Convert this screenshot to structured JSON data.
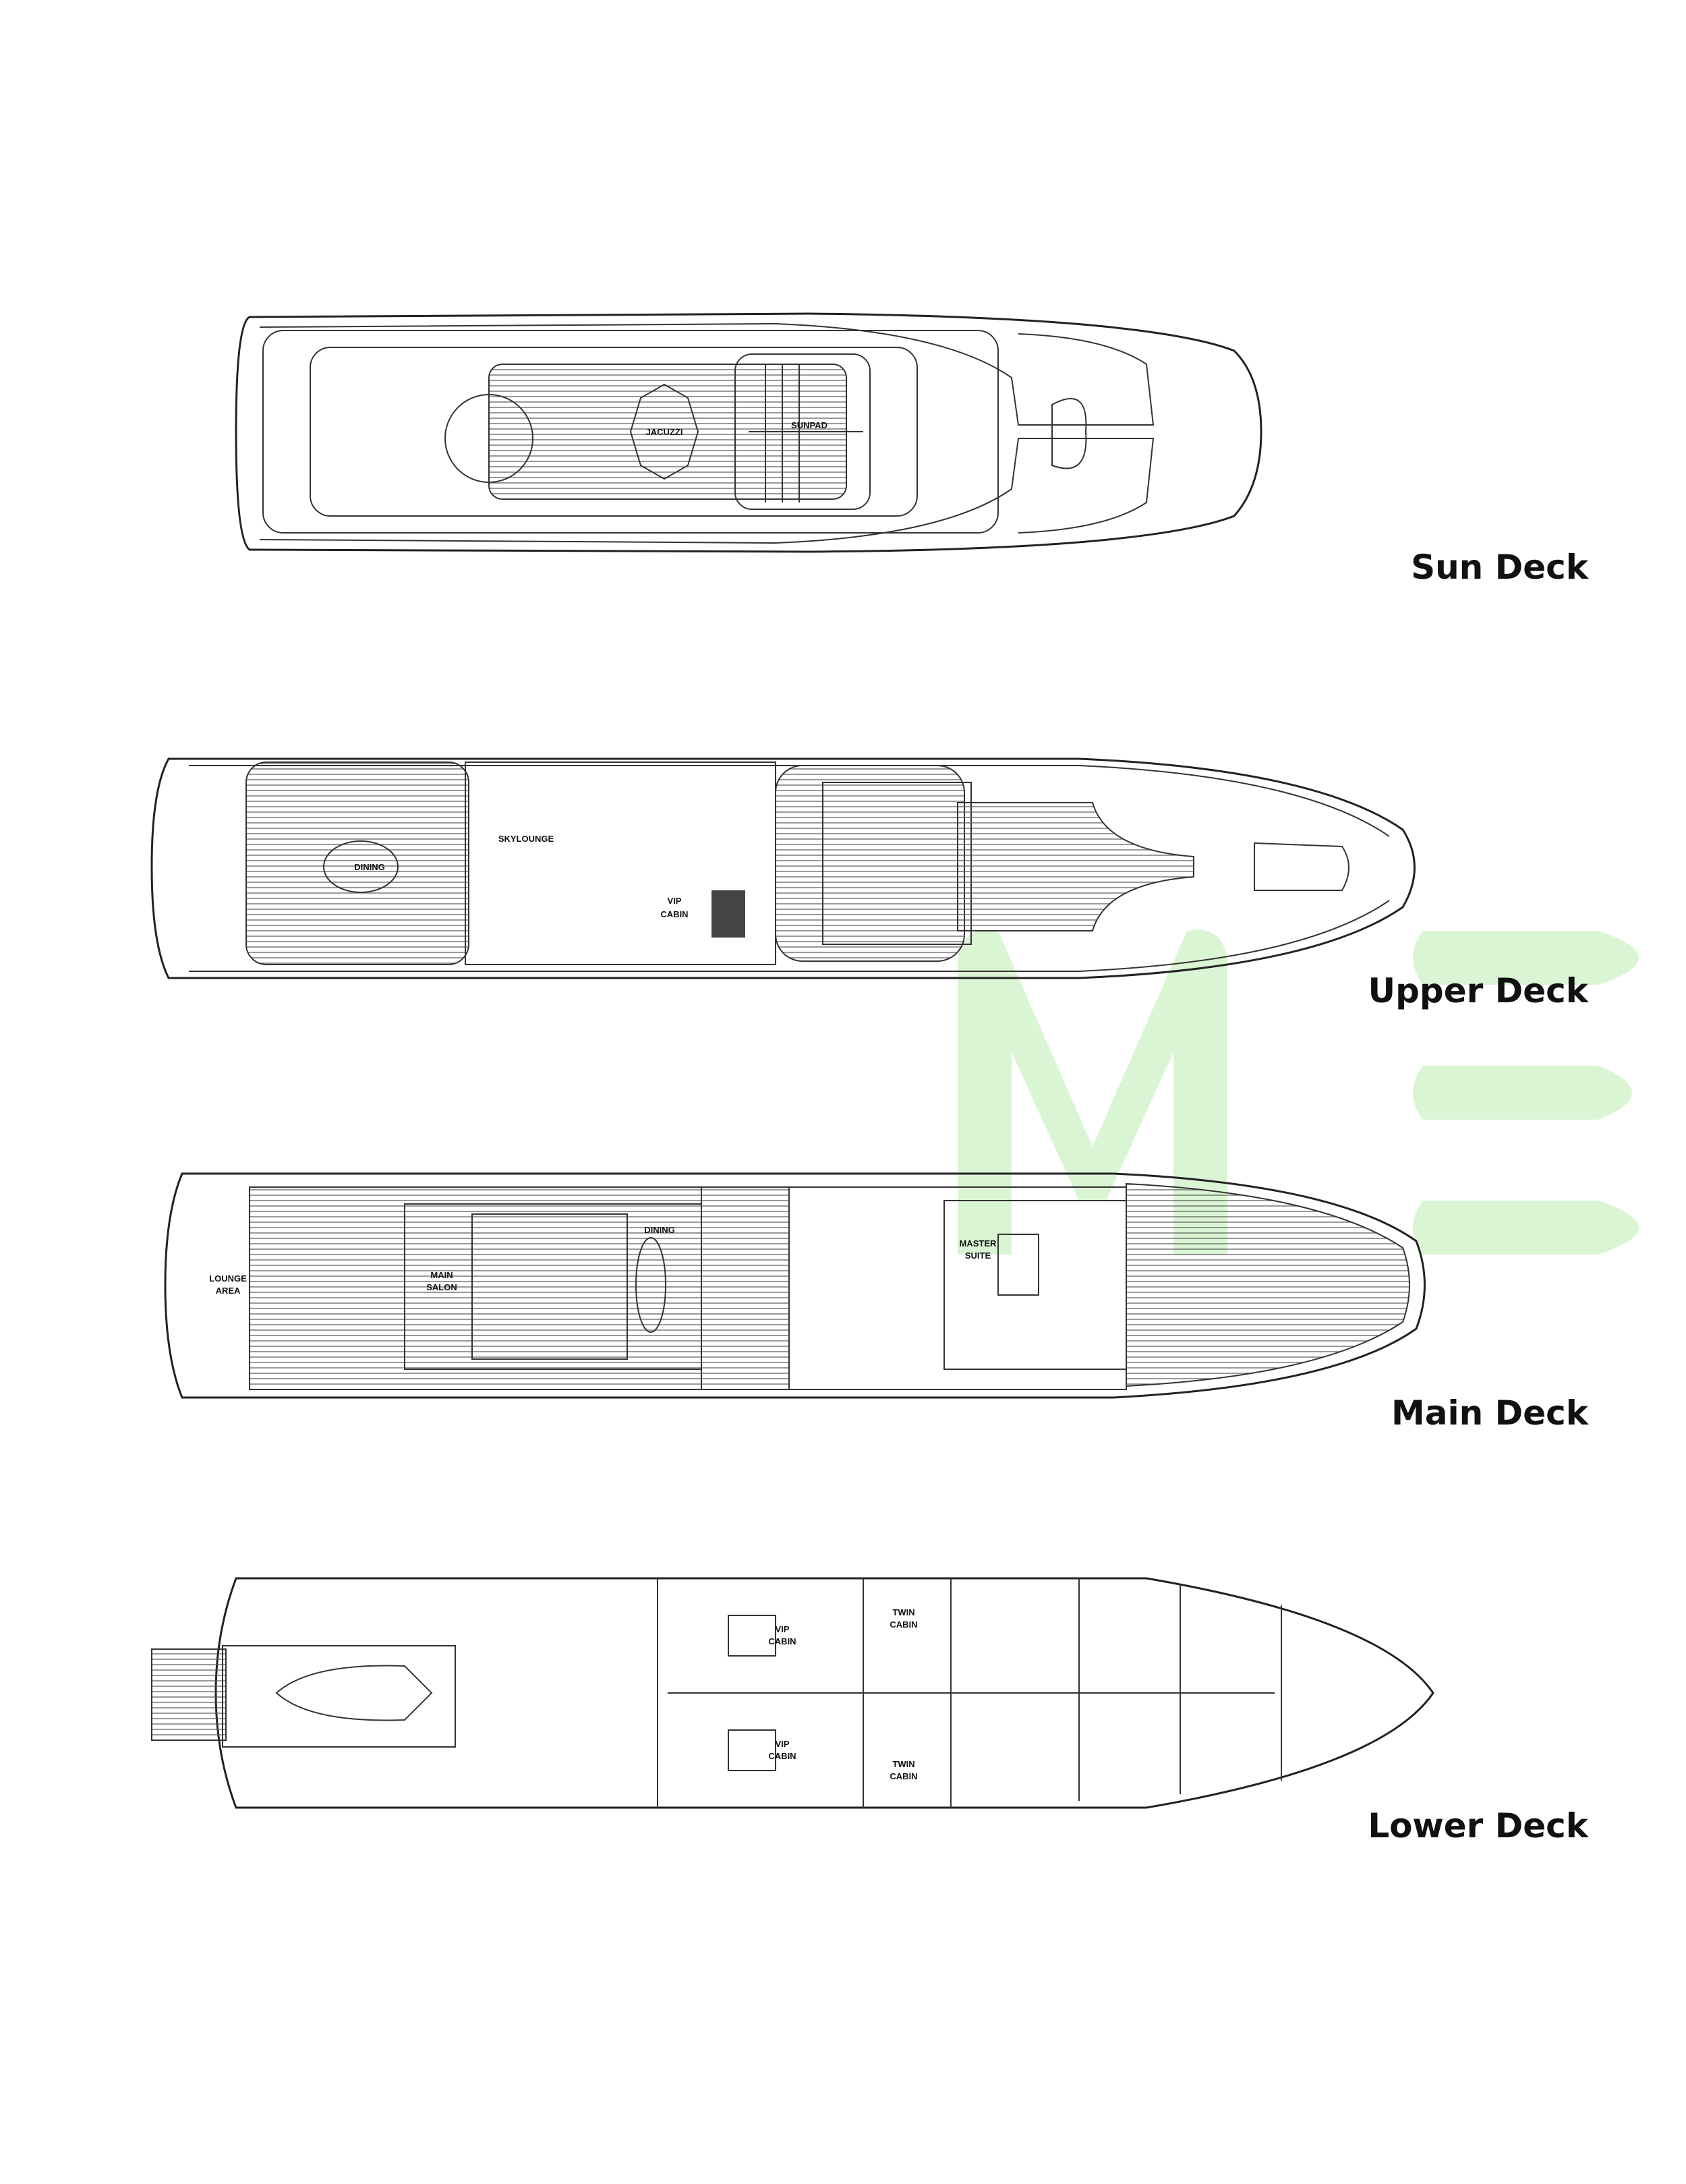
{
  "watermark": {
    "text": "ME",
    "color": "#c9efc0"
  },
  "decks": [
    {
      "name": "Sun Deck",
      "rooms": [
        "JACUZZI",
        "SUNPAD"
      ]
    },
    {
      "name": "Upper Deck",
      "rooms": [
        "DINING",
        "SKYLOUNGE",
        "VIP",
        "CABIN"
      ]
    },
    {
      "name": "Main Deck",
      "rooms": [
        "LOUNGE",
        "AREA",
        "MAIN",
        "SALON",
        "DINING",
        "MASTER",
        "SUITE"
      ]
    },
    {
      "name": "Lower Deck",
      "rooms": [
        "VIP",
        "CABIN",
        "TWIN",
        "CABIN",
        "VIP",
        "CABIN",
        "TWIN",
        "CABIN"
      ]
    }
  ]
}
